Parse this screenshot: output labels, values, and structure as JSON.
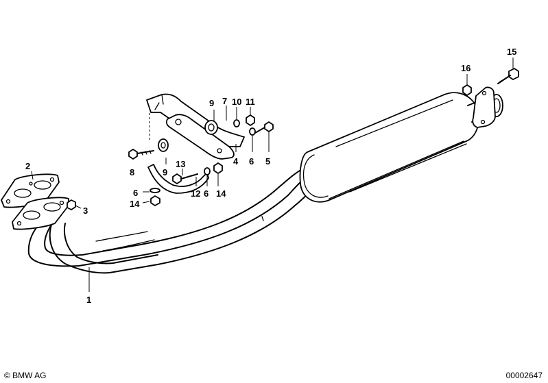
{
  "callouts": {
    "c1": "1",
    "c2": "2",
    "c3": "3",
    "c4": "4",
    "c5": "5",
    "c6a": "6",
    "c6b": "6",
    "c6c": "6",
    "c7": "7",
    "c8": "8",
    "c9a": "9",
    "c9b": "9",
    "c10": "10",
    "c11": "11",
    "c12": "12",
    "c13": "13",
    "c14a": "14",
    "c14b": "14",
    "c15": "15",
    "c16": "16"
  },
  "footer": {
    "copyright": "© BMW AG",
    "document_number": "00002647"
  }
}
